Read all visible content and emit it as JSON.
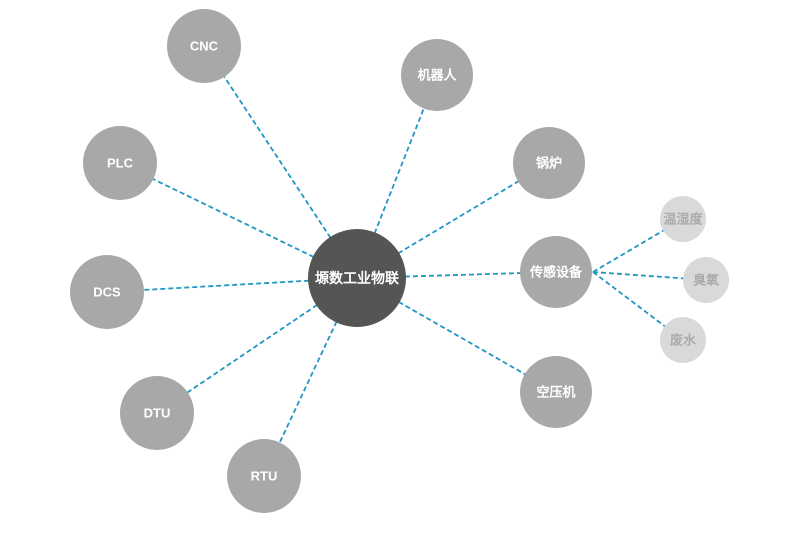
{
  "colors": {
    "edge": "#1f96c3",
    "hub_fill": "#555555",
    "node_fill": "#a8a8a8",
    "sub_node_fill": "#d9d9d9",
    "node_text": "#ffffff",
    "sub_node_text": "#ababab"
  },
  "hub": {
    "label": "塬数工业物联"
  },
  "devices": [
    {
      "key": "cnc",
      "label": "CNC"
    },
    {
      "key": "robot",
      "label": "机器人"
    },
    {
      "key": "boiler",
      "label": "锅炉"
    },
    {
      "key": "sensor",
      "label": "传感设备"
    },
    {
      "key": "compressor",
      "label": "空压机"
    },
    {
      "key": "rtu",
      "label": "RTU"
    },
    {
      "key": "dtu",
      "label": "DTU"
    },
    {
      "key": "dcs",
      "label": "DCS"
    },
    {
      "key": "plc",
      "label": "PLC"
    }
  ],
  "sensor_children": [
    {
      "key": "temp-humidity",
      "label": "温湿度"
    },
    {
      "key": "ozone",
      "label": "臭氧"
    },
    {
      "key": "wastewater",
      "label": "废水"
    }
  ]
}
